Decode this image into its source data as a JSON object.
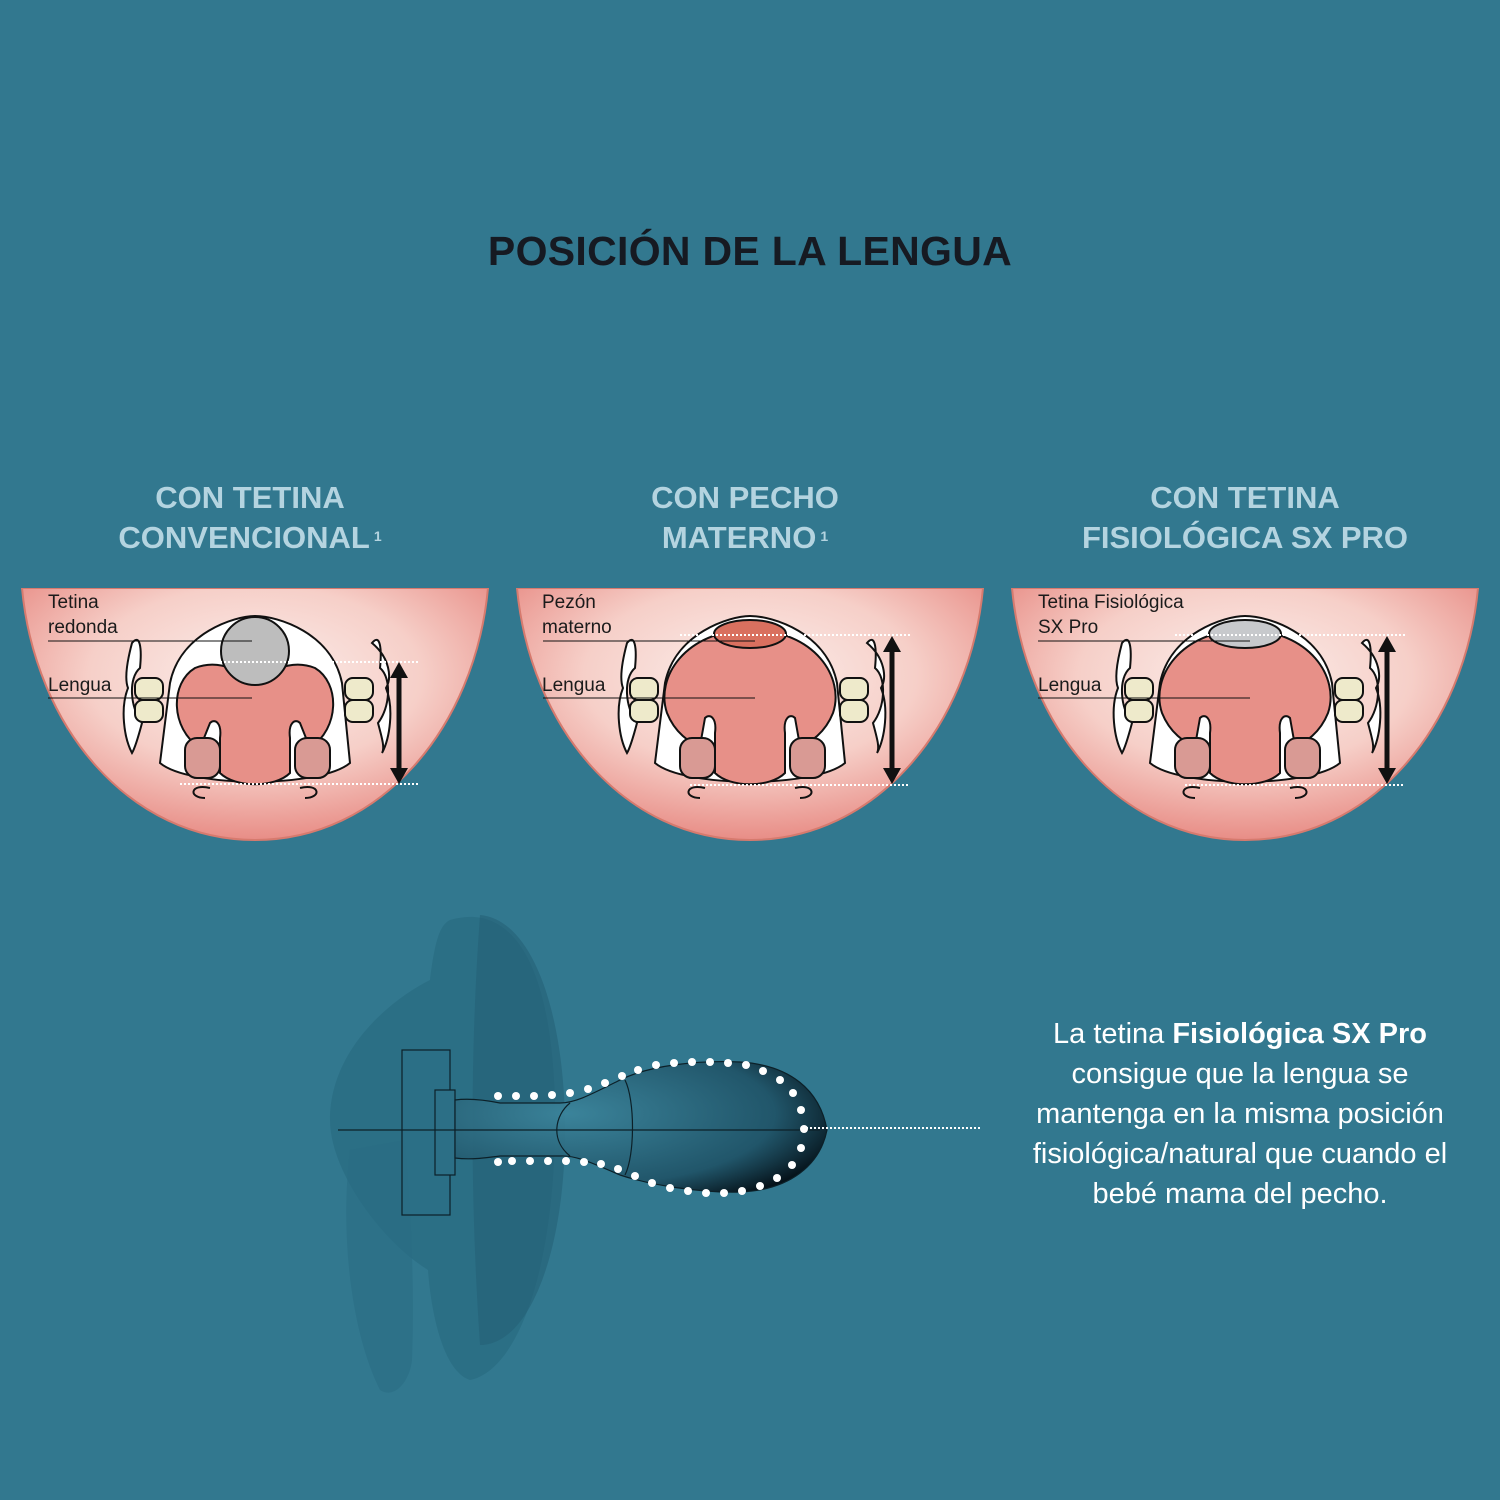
{
  "title": "POSICIÓN DE LA LENGUA",
  "colors": {
    "background": "#32788f",
    "title": "#161a22",
    "column_heading": "#b4d4e0",
    "panel_edge": "#e88d86",
    "panel_center": "#fbe9e6",
    "tongue": "#e79088",
    "round_nipple": "#bdbdbd",
    "maternal_nipple": "#d9705f",
    "sx_pro_nipple": "#c7c9cc",
    "teeth": "#eeeacb",
    "description_text": "#ffffff"
  },
  "columns": [
    {
      "heading_line1": "CON TETINA",
      "heading_line2": "CONVENCIONAL",
      "footnote": "1",
      "label_top_line1": "Tetina",
      "label_top_line2": "redonda",
      "label_tongue": "Lengua",
      "nipple_shape": "round"
    },
    {
      "heading_line1": "CON PECHO",
      "heading_line2": "MATERNO",
      "footnote": "1",
      "label_top_line1": "Pezón",
      "label_top_line2": "materno",
      "label_tongue": "Lengua",
      "nipple_shape": "flat-oval"
    },
    {
      "heading_line1": "CON TETINA",
      "heading_line2": "FISIOLÓGICA SX PRO",
      "footnote": "",
      "label_top_line1": "Tetina Fisiológica",
      "label_top_line2": "SX Pro",
      "label_tongue": "Lengua",
      "nipple_shape": "flat-oval"
    }
  ],
  "description": {
    "prefix": "La tetina ",
    "bold": "Fisiológica SX Pro",
    "line2": "consigue que la lengua se",
    "line3": "mantenga en la misma posición",
    "line4": "fisiológica/natural que cuando el",
    "line5": "bebé mama del pecho."
  },
  "icons": {
    "vertical-range-arrow": "double-headed arrow",
    "pacifier-illustration": "side view of pacifier with dotted nipple outline"
  }
}
